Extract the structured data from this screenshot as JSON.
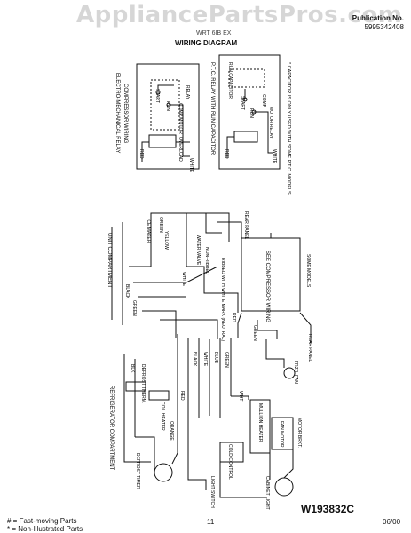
{
  "watermark": "AppliancePartsPros.com",
  "header": {
    "publication_label": "Publication No.",
    "publication_number": "5995342408",
    "title": "WIRING DIAGRAM",
    "model_fragment": "WRT 6IB EX"
  },
  "labels": {
    "compressor_wiring": "COMPRESSOR WIRING",
    "electro_relay": "ELECTRO-MECHANICAL RELAY",
    "start": "START",
    "run": "RUN",
    "comp_motor": "COMP MOTOR",
    "relay": "RELAY",
    "overload": "OVERLOAD",
    "red": "RED",
    "white": "WHITE",
    "ptc_relay": "P.T.C. RELAY WITH RUN CAPACITOR",
    "run_capacitor": "RUN CAPACITOR",
    "comp": "COMP",
    "motor_relay": "MOTOR RELAY",
    "capacitor_note": "* CAPACITOR IS ONLY USED WITH SOME P.T.C. MODELS",
    "unit_compartment": "UNIT COMPARTMENT",
    "ice_maker": "ICE MAKER",
    "water_valve": "WATER VALVE",
    "rear_panel": "REAR PANEL",
    "non_ribbed": "NON-RIBBED",
    "ribbed_white": "RIBBED WITH WHITE MARK (NEUTRAL)",
    "see_compressor": "SEE COMPRESSOR WIRING",
    "some_models": "SOME MODELS",
    "refrigerator_compartment": "REFRIGERATOR COMPARTMENT",
    "defrost_therm": "DEFROST THERM.",
    "coil_heater": "COIL HEATER",
    "defrost_timer": "DEFROST TIMER",
    "cold_control": "COLD CONTROL",
    "mullion_heater": "MULLION HEATER",
    "light_switch": "LIGHT SWITCH",
    "cabinet_light": "CABINET LIGHT",
    "fan_motor": "FAN MOTOR",
    "frzr_fan": "FRZR. FAN",
    "motor_bracket": "MOTOR BRKT.",
    "wire_black": "BLACK",
    "wire_blue": "BLUE",
    "wire_green": "GREEN",
    "wire_yellow": "YELLOW",
    "wire_orange": "ORANGE",
    "wire_blk": "BLK",
    "wire_wht": "WHT"
  },
  "part_code": "W193832C",
  "footer": {
    "legend_1": "# = Fast-moving Parts",
    "legend_2": "* = Non-Illustrated Parts",
    "page_number": "11",
    "date": "06/00"
  }
}
